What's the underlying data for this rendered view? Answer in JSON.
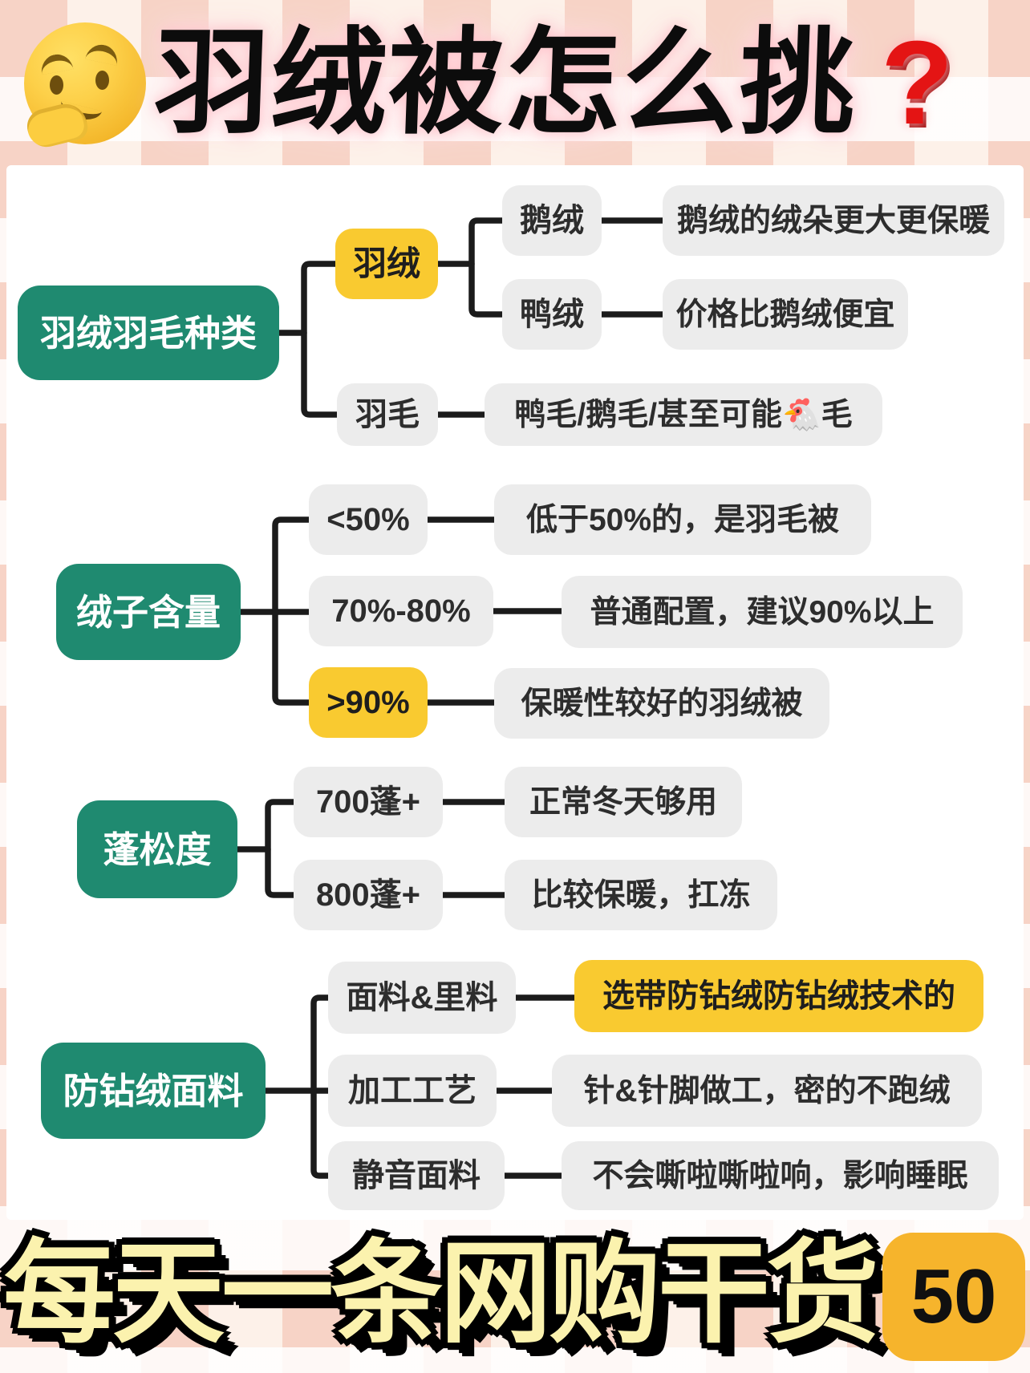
{
  "title": {
    "text": "羽绒被怎么挑",
    "question_mark": "?"
  },
  "icons": {
    "header": "thinking-face-emoji",
    "in_text": "chicken-emoji"
  },
  "mindmap": {
    "sections": [
      {
        "root": "羽绒羽毛种类",
        "branches": [
          {
            "label": "羽绒",
            "children": [
              {
                "label": "鹅绒",
                "desc": "鹅绒的绒朵更大更保暖"
              },
              {
                "label": "鸭绒",
                "desc": "价格比鹅绒便宜"
              }
            ]
          },
          {
            "label": "羽毛",
            "desc": "鸭毛/鹅毛/甚至可能🐔毛"
          }
        ]
      },
      {
        "root": "绒子含量",
        "branches": [
          {
            "label": "<50%",
            "desc": "低于50%的，是羽毛被"
          },
          {
            "label": "70%-80%",
            "desc": "普通配置，建议90%以上"
          },
          {
            "label": ">90%",
            "desc": "保暖性较好的羽绒被"
          }
        ]
      },
      {
        "root": "蓬松度",
        "branches": [
          {
            "label": "700蓬+",
            "desc": "正常冬天够用"
          },
          {
            "label": "800蓬+",
            "desc": "比较保暖，扛冻"
          }
        ]
      },
      {
        "root": "防钻绒面料",
        "branches": [
          {
            "label": "面料&里料",
            "desc": "选带防钻绒防钻绒技术的"
          },
          {
            "label": "加工工艺",
            "desc": "针&针脚做工，密的不跑绒"
          },
          {
            "label": "静音面料",
            "desc": "不会嘶啦嘶啦响，影响睡眠"
          }
        ]
      }
    ]
  },
  "footer": {
    "banner": "每天一条网购干货",
    "badge": "50"
  },
  "colors": {
    "root_green": "#1f8a70",
    "highlight_yellow": "#f9ca30",
    "node_gray": "#ececec",
    "title_red": "#e41414",
    "badge_orange": "#f6b42c",
    "banner_fill": "#fbf2ae",
    "plaid_pink": "#f7d3c6"
  }
}
